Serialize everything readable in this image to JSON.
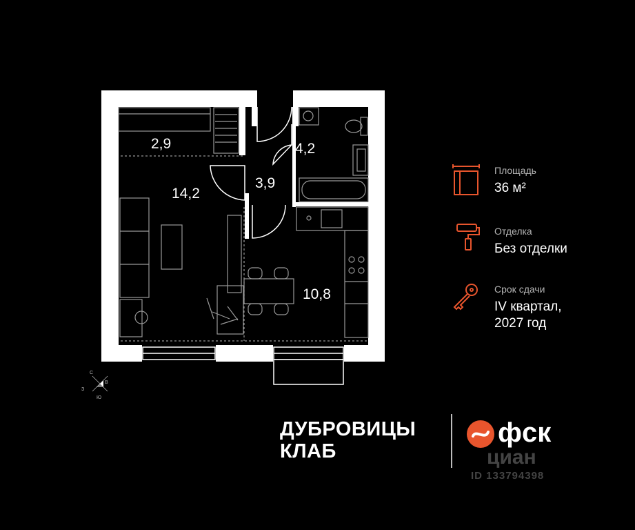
{
  "rooms": [
    {
      "id": "wardrobe",
      "area": "2,9"
    },
    {
      "id": "living",
      "area": "14,2"
    },
    {
      "id": "hall",
      "area": "3,9"
    },
    {
      "id": "bathroom",
      "area": "4,2"
    },
    {
      "id": "kitchen",
      "area": "10,8"
    }
  ],
  "info": {
    "area_caption": "Площадь",
    "area_value": "36 м²",
    "finish_caption": "Отделка",
    "finish_value": "Без отделки",
    "deadline_caption": "Срок сдачи",
    "deadline_line1": "IV квартал,",
    "deadline_line2": "2027 год"
  },
  "compass": {
    "n": "С",
    "e": "В",
    "s": "Ю",
    "w": "З"
  },
  "brand": {
    "line1": "ДУБРОВИЦЫ",
    "line2": "КЛАБ"
  },
  "logos": {
    "fsk": "фск",
    "cian": "циан",
    "cian_id": "ID 133794398"
  },
  "colors": {
    "background": "#000000",
    "walls": "#ffffff",
    "accent": "#e8552d",
    "furniture": "#9a9a9a"
  },
  "icons": [
    "area-icon",
    "roller-icon",
    "key-icon",
    "compass-icon",
    "fsk-logo-icon"
  ]
}
